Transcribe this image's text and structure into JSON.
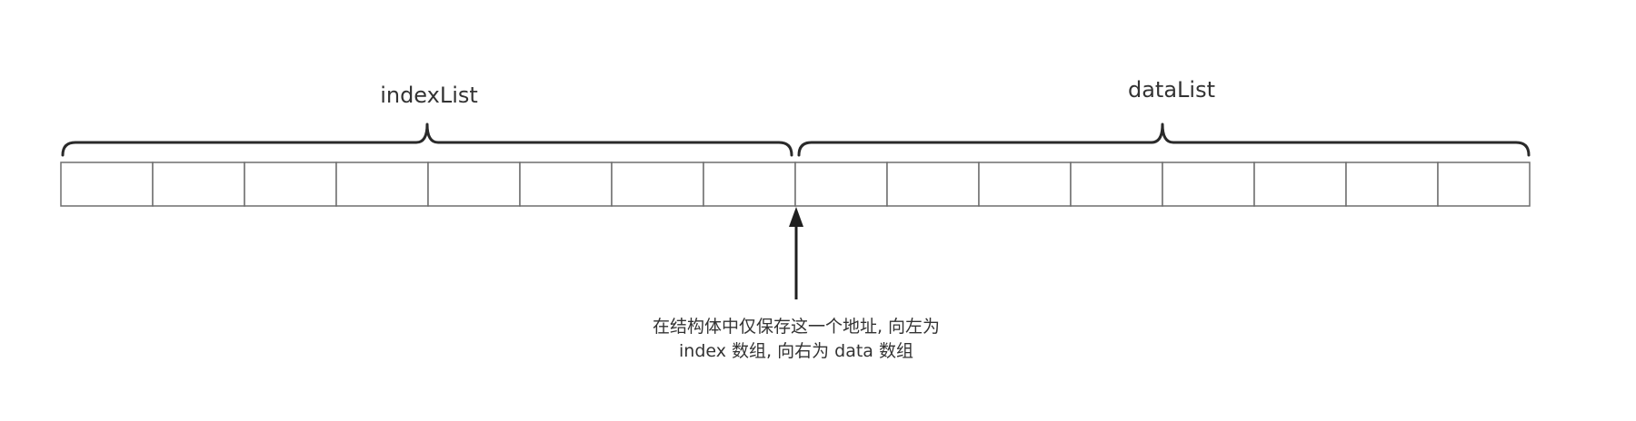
{
  "labels": {
    "left_group": "indexList",
    "right_group": "dataList"
  },
  "cells": {
    "left_count": 8,
    "right_count": 8
  },
  "annotation": {
    "line1": "在结构体中仅保存这一个地址, 向左为",
    "line2": "index 数组, 向右为 data 数组"
  }
}
